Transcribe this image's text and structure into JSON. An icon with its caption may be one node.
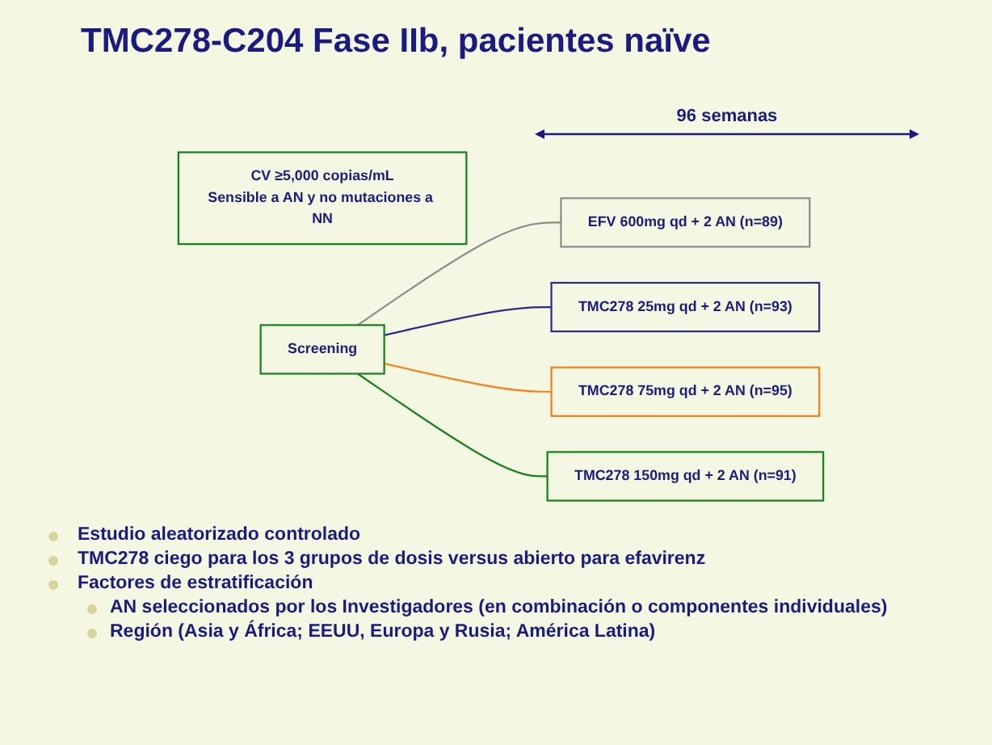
{
  "diagram": {
    "title": "TMC278-C204 Fase IIb, pacientes naïve",
    "nodes": [
      {
        "text": [
          "CV ≥5,000 copias/mL",
          "Sensible a AN y no mutaciones a NN"
        ]
      },
      {
        "text": [
          "Screening"
        ]
      },
      {
        "text": [
          "EFV 600mg qd + 2 AN (n=89)"
        ]
      },
      {
        "text": [
          "TMC278 25mg qd + 2 AN (n=93)"
        ]
      },
      {
        "text": [
          "TMC278 75mg qd + 2 AN (n=95)"
        ]
      },
      {
        "text": [
          "TMC278 150mg qd + 2 AN (n=91)"
        ]
      }
    ],
    "edges": [
      {
        "from": 1,
        "to": 2,
        "arrow": "none",
        "color": "#8c8c8c"
      },
      {
        "from": 1,
        "to": 3,
        "arrow": "none",
        "color": "#2b2b8c"
      },
      {
        "from": 1,
        "to": 4,
        "arrow": "none",
        "color": "#ff7a12"
      },
      {
        "from": 1,
        "to": 5,
        "arrow": "none",
        "color": "#16801a"
      }
    ],
    "labels": [
      "96 semanas",
      "Estudio aleatorizado controlado",
      "TMC278 ciego para los 3 grupos de dosis versus abierto para efavirenz",
      "Factores de estratificación",
      "AN seleccionados por los Investigadores (en combinación o componentes individuales)",
      "Región (Asia y África; EEUU, Europa y Rusia; América Latina)"
    ]
  }
}
